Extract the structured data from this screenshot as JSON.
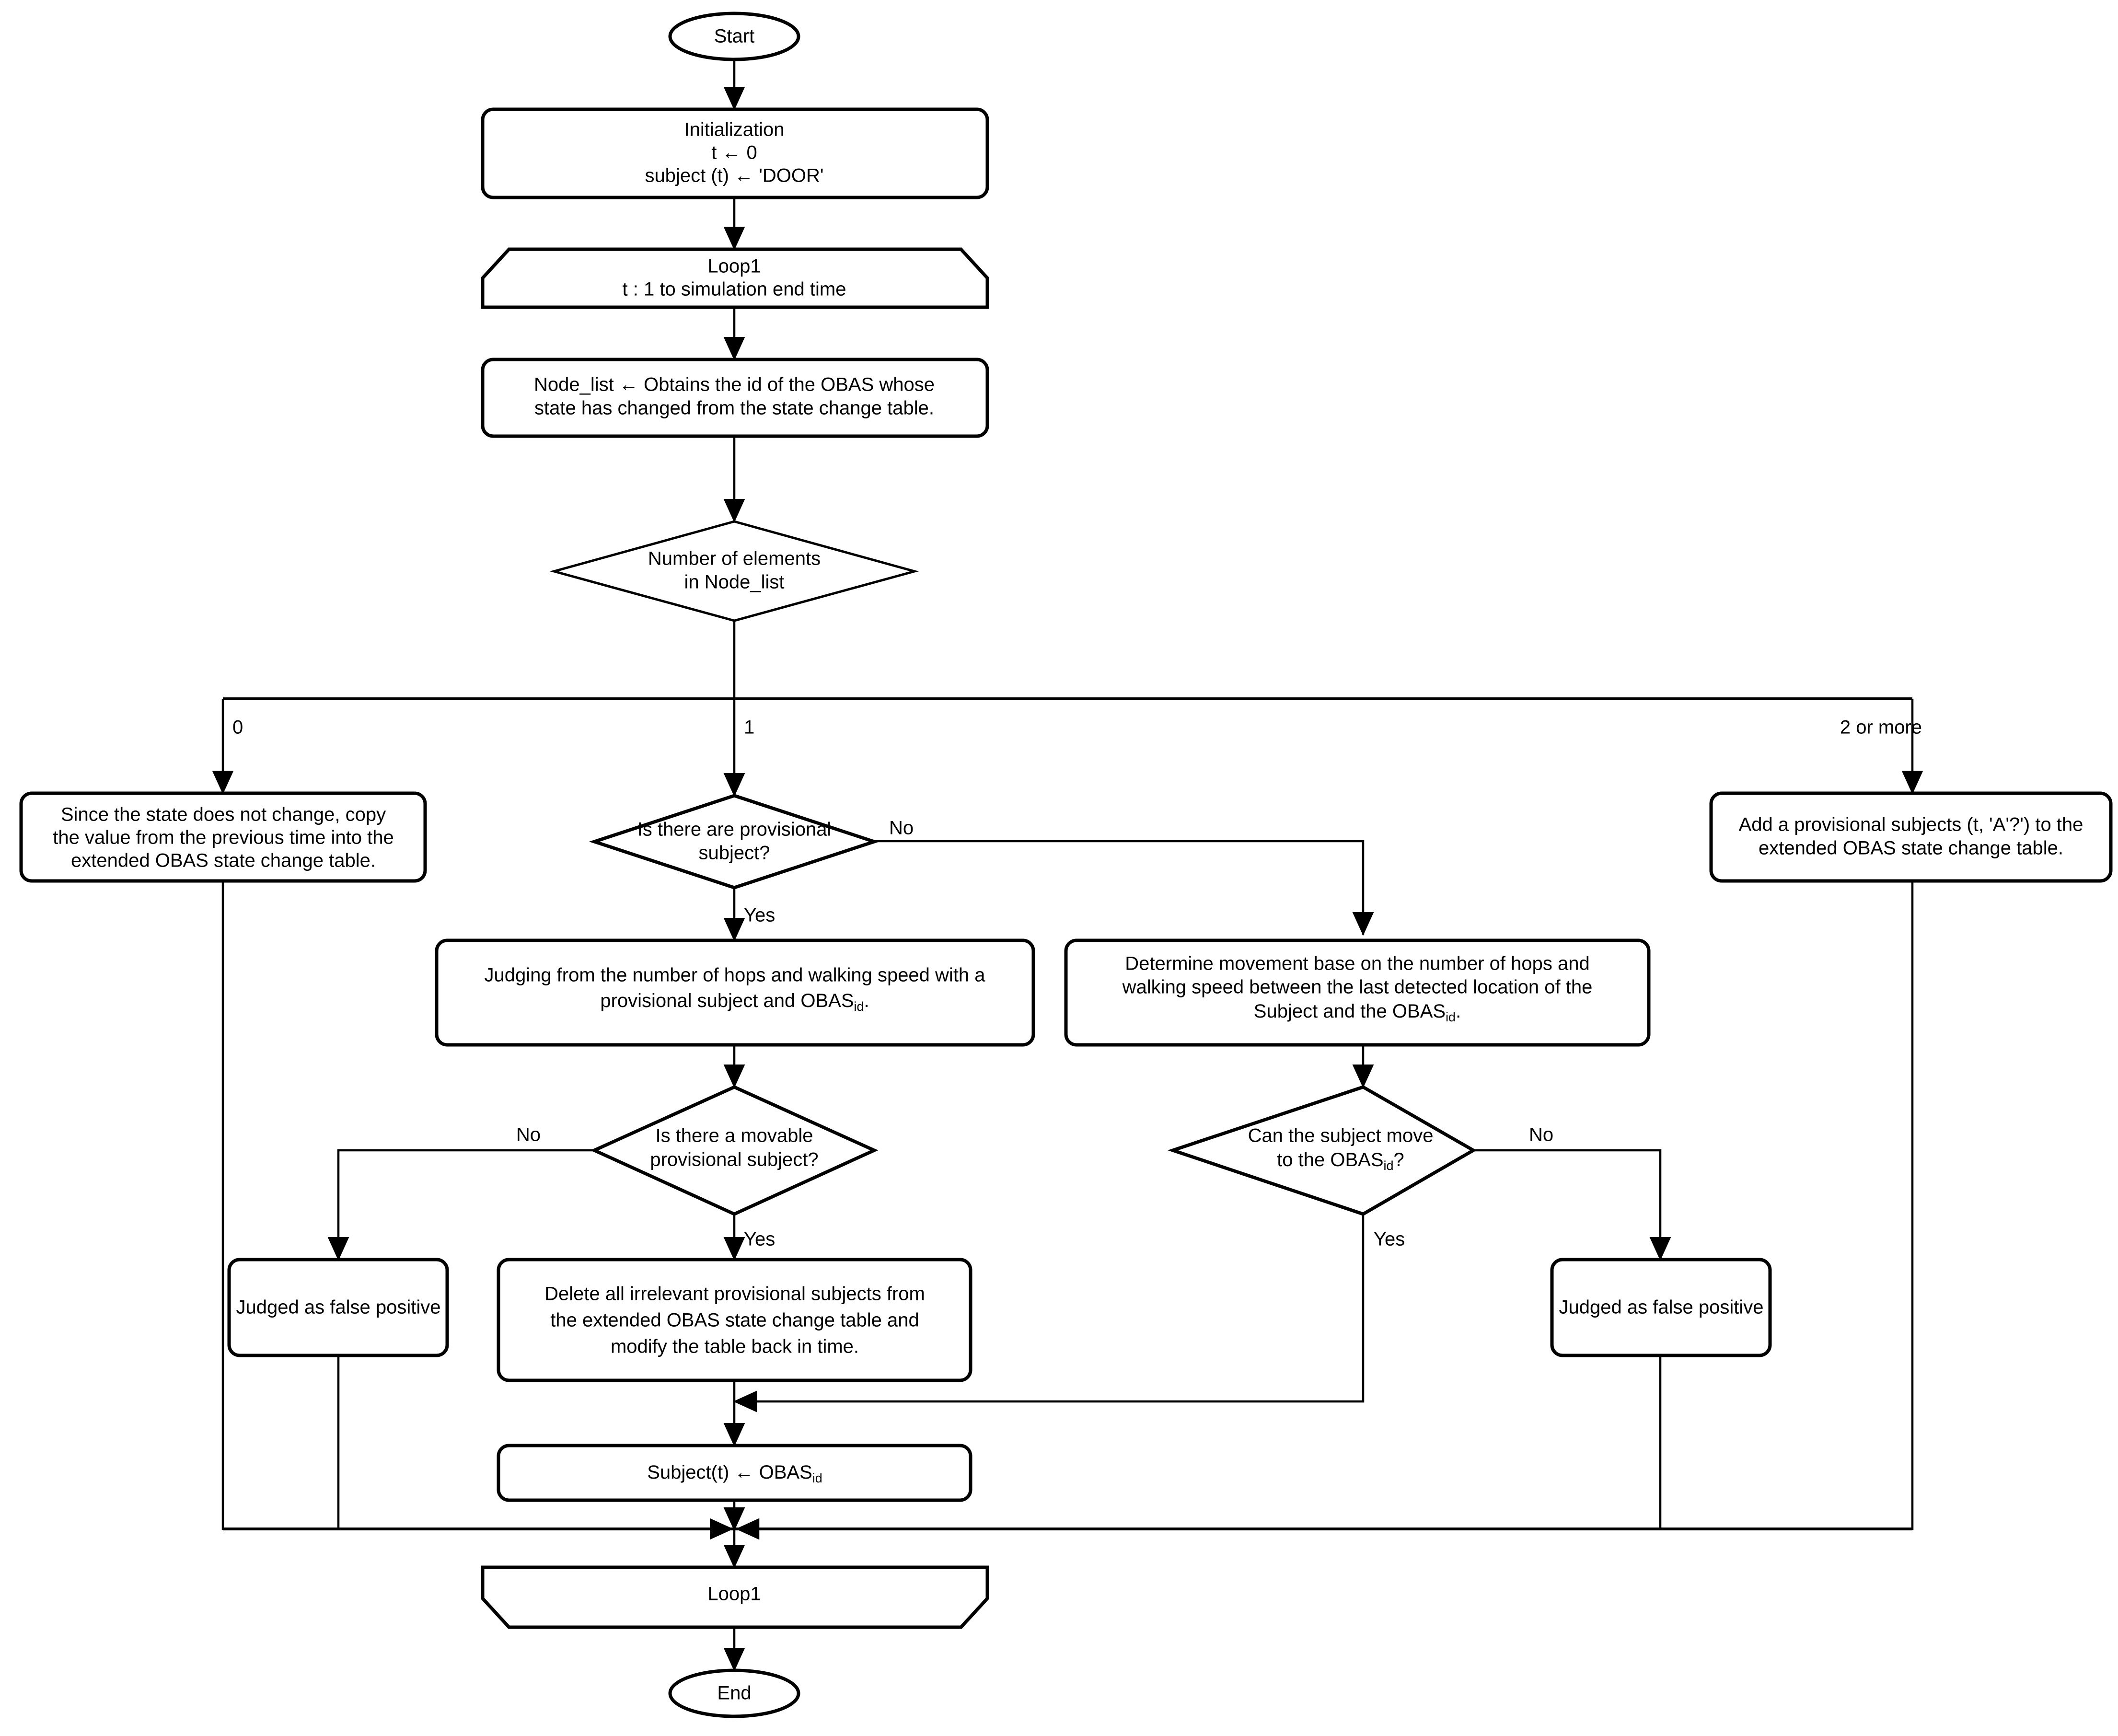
{
  "diagram": {
    "title": "OBAS subject estimation flowchart",
    "type": "flowchart",
    "stroke_color": "#000000",
    "fill_color": "#ffffff",
    "background": "#ffffff"
  },
  "nodes": {
    "start": {
      "shape": "terminator",
      "label": "Start"
    },
    "initialization": {
      "shape": "process",
      "line1": "Initialization",
      "line2": "t ← 0",
      "line3": "subject (t) ← 'DOOR'"
    },
    "loop_begin": {
      "shape": "loop-start",
      "line1": "Loop1",
      "line2": "t : 1 to simulation end time"
    },
    "node_list": {
      "shape": "process",
      "line1": "Node_list ← Obtains the id of the OBAS whose",
      "line2": "state has changed from the state change table."
    },
    "count_decision": {
      "shape": "decision",
      "line1": "Number of elements",
      "line2": "in Node_list"
    },
    "no_change_box": {
      "shape": "process",
      "line1": "Since the state does not change, copy",
      "line2": "the value from the previous time into the",
      "line3": "extended OBAS state change table."
    },
    "provisional_decision": {
      "shape": "decision",
      "line1": "Is there are provisional",
      "line2": "subject?"
    },
    "add_provisional_box": {
      "shape": "process",
      "line1": "Add a provisional subjects (t, 'A'?') to the",
      "line2": "extended OBAS state change table."
    },
    "judging_box": {
      "shape": "process",
      "line1": "Judging from the number of hops and walking speed with a",
      "line2_pre": "provisional subject and OBAS",
      "line2_sub": "id",
      "line2_post": "."
    },
    "determine_box": {
      "shape": "process",
      "line1": "Determine movement base on the number of hops and",
      "line2": "walking speed between the last detected location of the",
      "line3_pre": "Subject and the OBAS",
      "line3_sub": "id",
      "line3_post": "."
    },
    "movable_decision": {
      "shape": "decision",
      "line1": "Is there a movable",
      "line2": "provisional subject?"
    },
    "canmove_decision": {
      "shape": "decision",
      "line1": "Can the subject move",
      "line2_pre": "to the OBAS",
      "line2_sub": "id",
      "line2_post": "?"
    },
    "false_positive_left": {
      "shape": "process",
      "label": "Judged as false positive"
    },
    "false_positive_right": {
      "shape": "process",
      "label": "Judged as false positive"
    },
    "delete_box": {
      "shape": "process",
      "line1": "Delete all irrelevant provisional subjects from",
      "line2": "the extended OBAS state change table and",
      "line3": "modify the table back in time."
    },
    "subject_assign": {
      "shape": "process",
      "pre": "Subject(t) ← OBAS",
      "sub": "id"
    },
    "loop_end": {
      "shape": "loop-end",
      "label": "Loop1"
    },
    "end": {
      "shape": "terminator",
      "label": "End"
    }
  },
  "edge_labels": {
    "count_zero": "0",
    "count_one": "1",
    "count_two_or_more": "2 or more",
    "provisional_no": "No",
    "provisional_yes": "Yes",
    "movable_no": "No",
    "movable_yes": "Yes",
    "canmove_no": "No",
    "canmove_yes": "Yes"
  }
}
